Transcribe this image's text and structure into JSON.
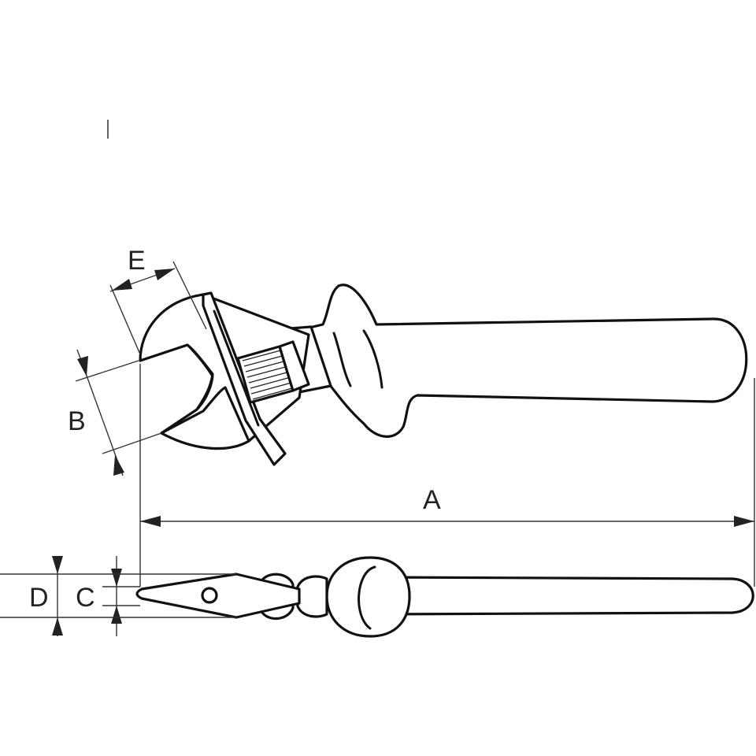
{
  "labels": {
    "A": "A",
    "B": "B",
    "C": "C",
    "D": "D",
    "E": "E"
  },
  "colors": {
    "line": "#111111",
    "background": "#ffffff"
  }
}
